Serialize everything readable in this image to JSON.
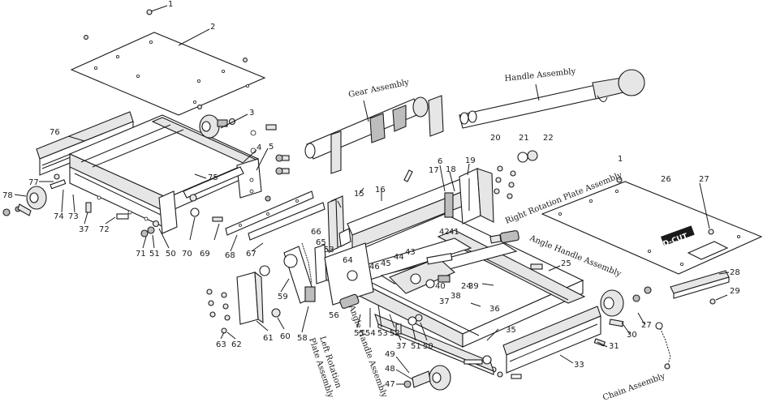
{
  "brand_logo": "D-CUT",
  "assembly_labels": {
    "gear": "Gear Assembly",
    "handle": "Handle Assembly",
    "right_rotation_plate": "Right Rotation Plate Assembly",
    "angle_handle_right": "Angle Handle Assembly",
    "angle_handle_left": "Angle Handle Assembly",
    "left_rotation_line1": "Left Rotation",
    "left_rotation_line2": "Plate Assembly",
    "chain": "Chain Assembly"
  },
  "part_numbers": [
    "1",
    "2",
    "3",
    "4",
    "5",
    "6",
    "17",
    "18",
    "19",
    "15",
    "16",
    "20",
    "21",
    "22",
    "1",
    "26",
    "27",
    "28",
    "29",
    "24",
    "25",
    "36",
    "37",
    "38",
    "39",
    "40",
    "41",
    "42",
    "43",
    "44",
    "45",
    "46",
    "64",
    "65",
    "66",
    "53",
    "67",
    "68",
    "69",
    "70",
    "71",
    "51",
    "50",
    "72",
    "73",
    "74",
    "37",
    "77",
    "78",
    "76",
    "75",
    "59",
    "58",
    "60",
    "61",
    "62",
    "63",
    "55",
    "54",
    "53",
    "52",
    "37",
    "51",
    "50",
    "56",
    "35",
    "33",
    "31",
    "30",
    "27",
    "47",
    "48",
    "49"
  ]
}
